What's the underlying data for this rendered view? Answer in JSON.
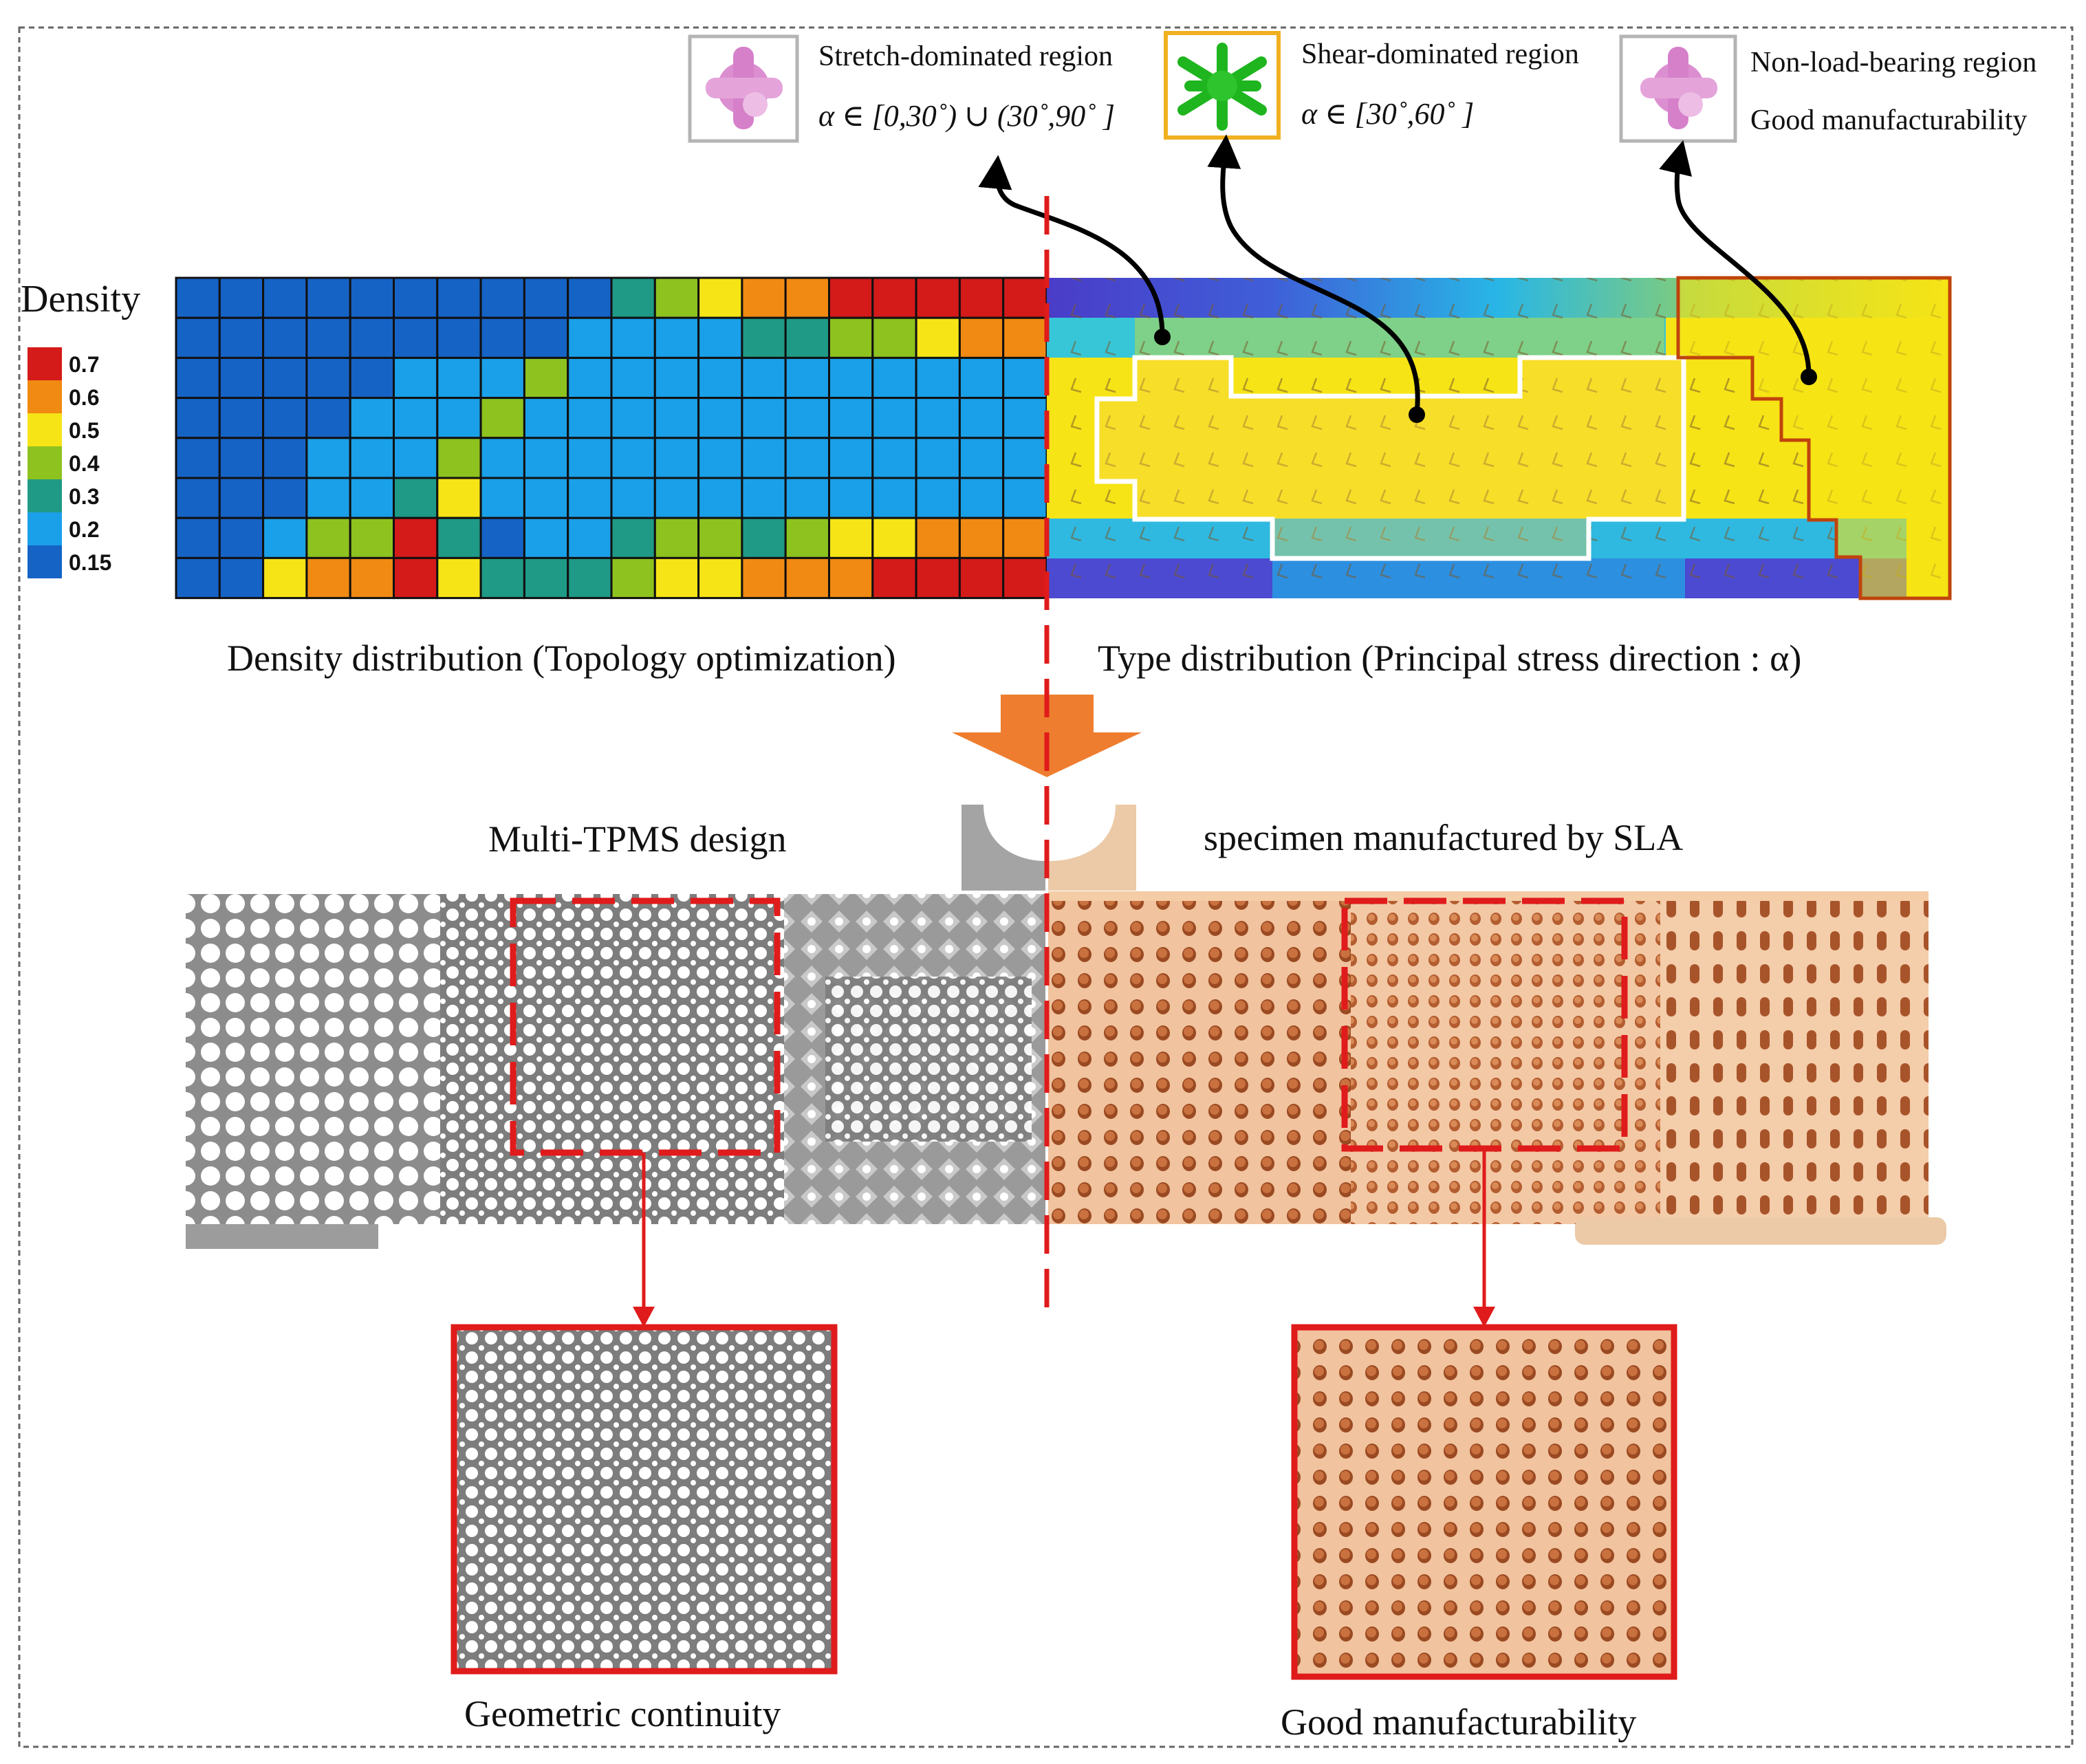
{
  "legend": {
    "title": "Density",
    "labels": [
      "0.7",
      "0.6",
      "0.5",
      "0.4",
      "0.3",
      "0.2",
      "0.15"
    ],
    "colors": [
      "#d51a1a",
      "#f08a12",
      "#f6e416",
      "#8ec21f",
      "#1f9a86",
      "#1aa0e8",
      "#1663c6"
    ]
  },
  "panels": {
    "density_caption": "Density distribution (Topology optimization)",
    "type_caption": "Type distribution (Principal stress  direction : α)",
    "design_caption": "Multi-TPMS design",
    "specimen_caption": "specimen manufactured by SLA",
    "zoom_left_caption": "Geometric continuity",
    "zoom_right_caption": "Good manufacturability"
  },
  "regions": [
    {
      "line1": "Stretch-dominated region",
      "line2": "α ∈ [0,30˚) ∪ (30˚,90˚ ]",
      "icon": "pink-tpms-unit-cell-icon"
    },
    {
      "line1": "Shear-dominated region",
      "line2": "α ∈ [30˚,60˚ ]",
      "icon": "green-strut-unit-cell-icon"
    },
    {
      "line1": "Non-load-bearing region",
      "line2": "Good manufacturability",
      "icon": "pink-tpms-unit-cell-icon"
    }
  ],
  "colors": {
    "divider": "#e01b1b",
    "arrow": "#ee7d2f",
    "gray_lattice": "#8d8d8d",
    "specimen": "#f2c4a0",
    "shear_box": "#f0b020",
    "cell_box": "#b4b4b4"
  },
  "density_grid": [
    [
      6,
      6,
      6,
      6,
      6,
      6,
      6,
      6,
      6,
      6,
      4,
      3,
      2,
      1,
      1,
      0,
      0,
      0,
      0,
      0
    ],
    [
      6,
      6,
      6,
      6,
      6,
      6,
      6,
      6,
      6,
      5,
      5,
      5,
      5,
      4,
      4,
      3,
      3,
      2,
      1,
      1
    ],
    [
      6,
      6,
      6,
      6,
      6,
      5,
      5,
      5,
      3,
      5,
      5,
      5,
      5,
      5,
      5,
      5,
      5,
      5,
      5,
      5
    ],
    [
      6,
      6,
      6,
      6,
      5,
      5,
      5,
      3,
      5,
      5,
      5,
      5,
      5,
      5,
      5,
      5,
      5,
      5,
      5,
      5
    ],
    [
      6,
      6,
      6,
      5,
      5,
      5,
      3,
      5,
      5,
      5,
      5,
      5,
      5,
      5,
      5,
      5,
      5,
      5,
      5,
      5
    ],
    [
      6,
      6,
      6,
      5,
      5,
      4,
      2,
      5,
      5,
      5,
      5,
      5,
      5,
      5,
      5,
      5,
      5,
      5,
      5,
      5
    ],
    [
      6,
      6,
      5,
      3,
      3,
      0,
      4,
      6,
      5,
      5,
      4,
      3,
      3,
      4,
      3,
      2,
      2,
      1,
      1,
      1
    ],
    [
      6,
      6,
      2,
      1,
      1,
      0,
      2,
      4,
      4,
      4,
      3,
      2,
      2,
      1,
      1,
      1,
      0,
      0,
      0,
      0
    ]
  ]
}
